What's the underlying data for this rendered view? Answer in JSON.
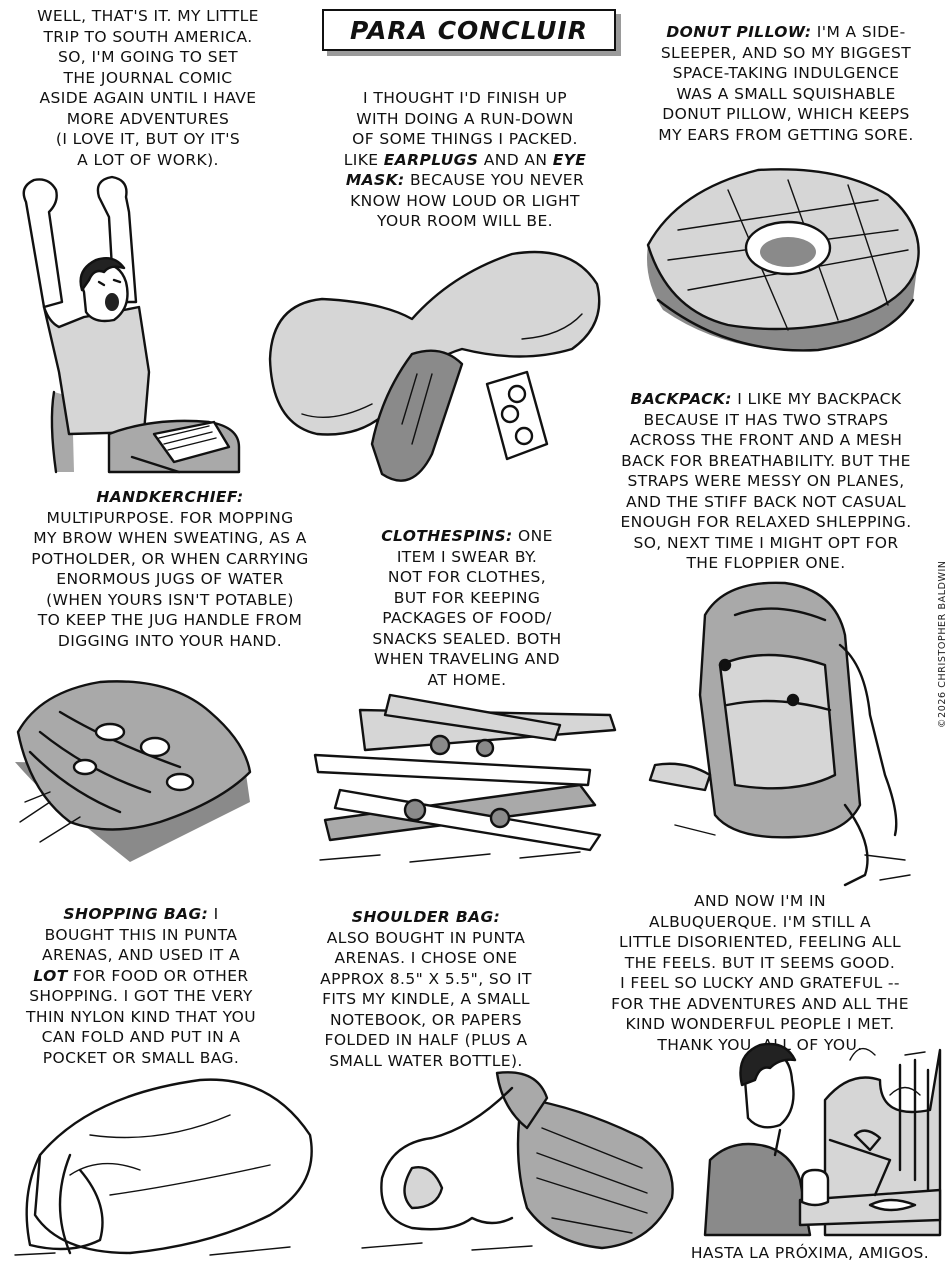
{
  "title": "PARA CONCLUIR",
  "credit": "©2026 CHRISTOPHER BALDWIN",
  "intro_left": [
    "WELL, THAT'S IT. MY LITTLE",
    "TRIP TO SOUTH AMERICA.",
    "SO, I'M GOING TO SET",
    "THE JOURNAL COMIC",
    "ASIDE AGAIN UNTIL I HAVE",
    "MORE ADVENTURES",
    "(I LOVE IT, BUT OY IT'S",
    "A LOT OF WORK)."
  ],
  "intro_center": {
    "line1": "I THOUGHT I'D FINISH UP",
    "line2": "WITH DOING A RUN-DOWN",
    "line3": "OF SOME THINGS I PACKED.",
    "line4_pre": "LIKE ",
    "earplugs": "EARPLUGS",
    "line4_mid": " AND AN ",
    "eye": "EYE",
    "mask": "MASK:",
    "line5_rest": " BECAUSE YOU NEVER",
    "line6": "KNOW HOW LOUD OR LIGHT",
    "line7": "YOUR ROOM WILL BE."
  },
  "donut": {
    "label": "DONUT PILLOW:",
    "line1_rest": " I'M A SIDE-",
    "lines": [
      "SLEEPER, AND SO MY BIGGEST",
      "SPACE-TAKING INDULGENCE",
      "WAS A SMALL SQUISHABLE",
      "DONUT PILLOW, WHICH KEEPS",
      "MY EARS FROM GETTING SORE."
    ]
  },
  "backpack": {
    "label": "BACKPACK:",
    "line1_rest": " I LIKE MY BACKPACK",
    "lines": [
      "BECAUSE IT HAS TWO STRAPS",
      "ACROSS THE FRONT AND A MESH",
      "BACK FOR BREATHABILITY. BUT THE",
      "STRAPS WERE MESSY ON PLANES,",
      "AND THE STIFF BACK NOT CASUAL",
      "ENOUGH FOR RELAXED SHLEPPING.",
      "SO, NEXT TIME I MIGHT OPT FOR",
      "THE FLOPPIER ONE."
    ]
  },
  "handkerchief": {
    "label": "HANDKERCHIEF:",
    "lines": [
      "MULTIPURPOSE. FOR MOPPING",
      "MY BROW WHEN SWEATING, AS A",
      "POTHOLDER, OR WHEN CARRYING",
      "ENORMOUS JUGS OF WATER",
      "(WHEN YOURS ISN'T POTABLE)",
      "TO KEEP THE JUG HANDLE FROM",
      "DIGGING INTO YOUR HAND."
    ]
  },
  "clothespins": {
    "label": "CLOTHESPINS:",
    "line1_rest": " ONE",
    "lines": [
      "ITEM I SWEAR BY.",
      "NOT FOR CLOTHES,",
      "BUT FOR KEEPING",
      "PACKAGES OF FOOD/",
      "SNACKS SEALED. BOTH",
      "WHEN TRAVELING AND",
      "AT HOME."
    ]
  },
  "shopping": {
    "label": "SHOPPING BAG:",
    "line1_rest": " I",
    "line2": "BOUGHT THIS IN PUNTA",
    "line3": "ARENAS, AND USED IT A",
    "lot": "LOT",
    "line4_rest": " FOR FOOD OR OTHER",
    "lines": [
      "SHOPPING. I GOT THE VERY",
      "THIN NYLON KIND THAT YOU",
      "CAN FOLD AND PUT IN A",
      "POCKET OR SMALL BAG."
    ]
  },
  "shoulder": {
    "label": "SHOULDER BAG:",
    "lines": [
      "ALSO BOUGHT IN PUNTA",
      "ARENAS. I CHOSE ONE",
      "APPROX 8.5\" X 5.5\", SO IT",
      "FITS MY KINDLE, A SMALL",
      "NOTEBOOK, OR PAPERS",
      "FOLDED IN HALF (PLUS A",
      "SMALL WATER BOTTLE)."
    ]
  },
  "closing": [
    "AND NOW I'M IN",
    "ALBUQUERQUE. I'M STILL A",
    "LITTLE DISORIENTED, FEELING ALL",
    "THE FEELS. BUT IT SEEMS GOOD.",
    "I FEEL SO LUCKY AND GRATEFUL --",
    "FOR THE ADVENTURES AND ALL THE",
    "KIND WONDERFUL PEOPLE I MET.",
    "THANK YOU, ALL OF YOU."
  ],
  "signoff": "HASTA LA PRÓXIMA, AMIGOS."
}
